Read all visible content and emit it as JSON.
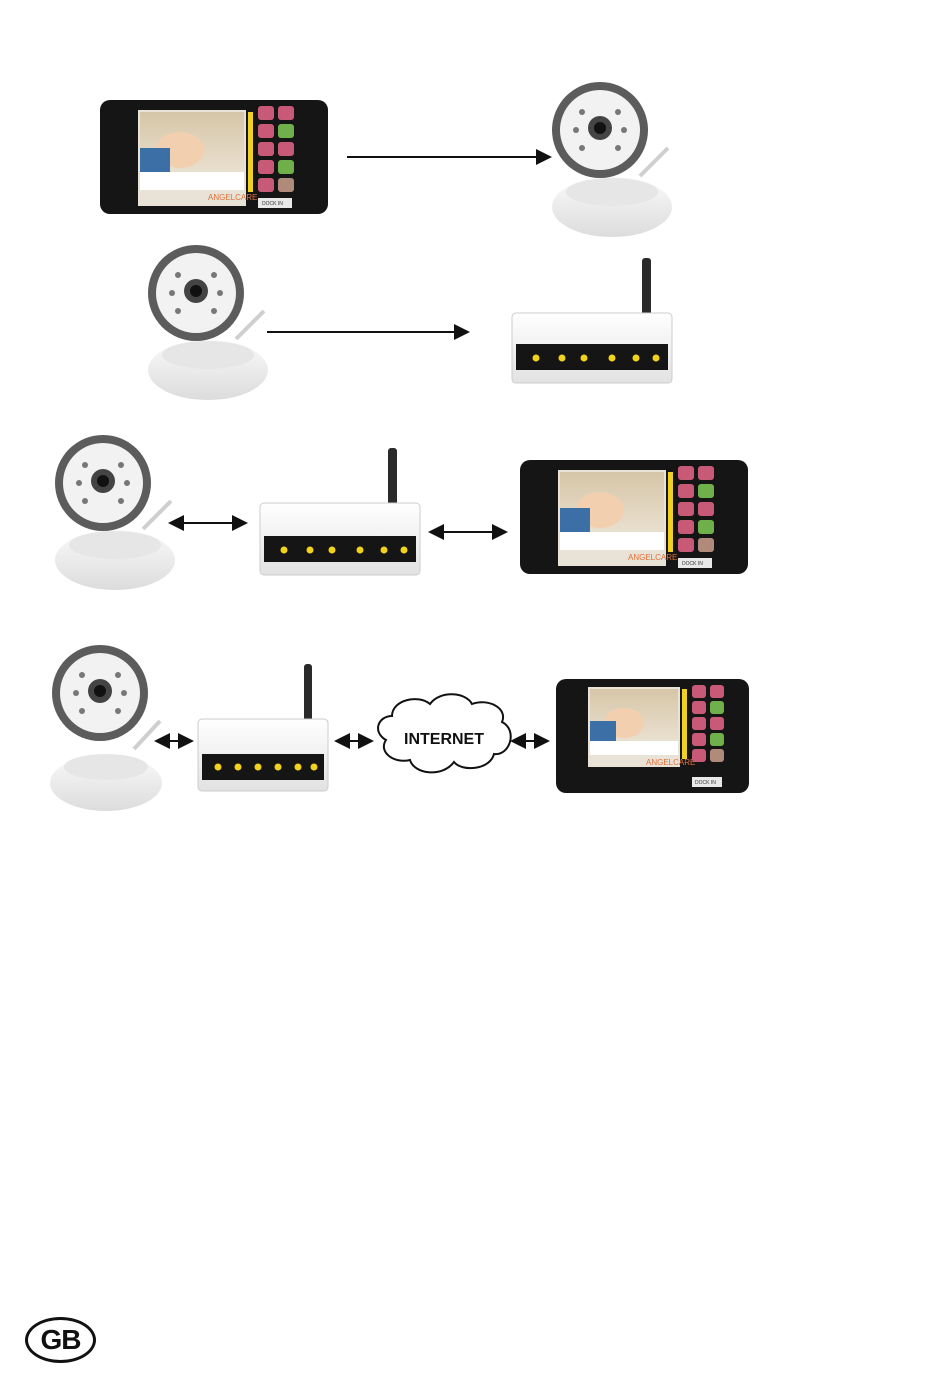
{
  "diagram": {
    "cloud_label": "INTERNET",
    "monitor_brand": "ANGELCARE",
    "monitor_button": "DOCK IN",
    "region_badge": "GB"
  },
  "icons": [
    "monitor-icon",
    "camera-icon",
    "router-icon",
    "cloud-icon",
    "arrow-icon"
  ],
  "colors": {
    "monitor_body": "#151515",
    "screen_frame": "#e9e2d6",
    "button_pink": "#c85a78",
    "button_green": "#6fb04a",
    "level_yellow": "#f0d020",
    "router_led": "#f3d21b",
    "camera_white": "#f2f2f2",
    "camera_ring": "#5c5c5c"
  }
}
